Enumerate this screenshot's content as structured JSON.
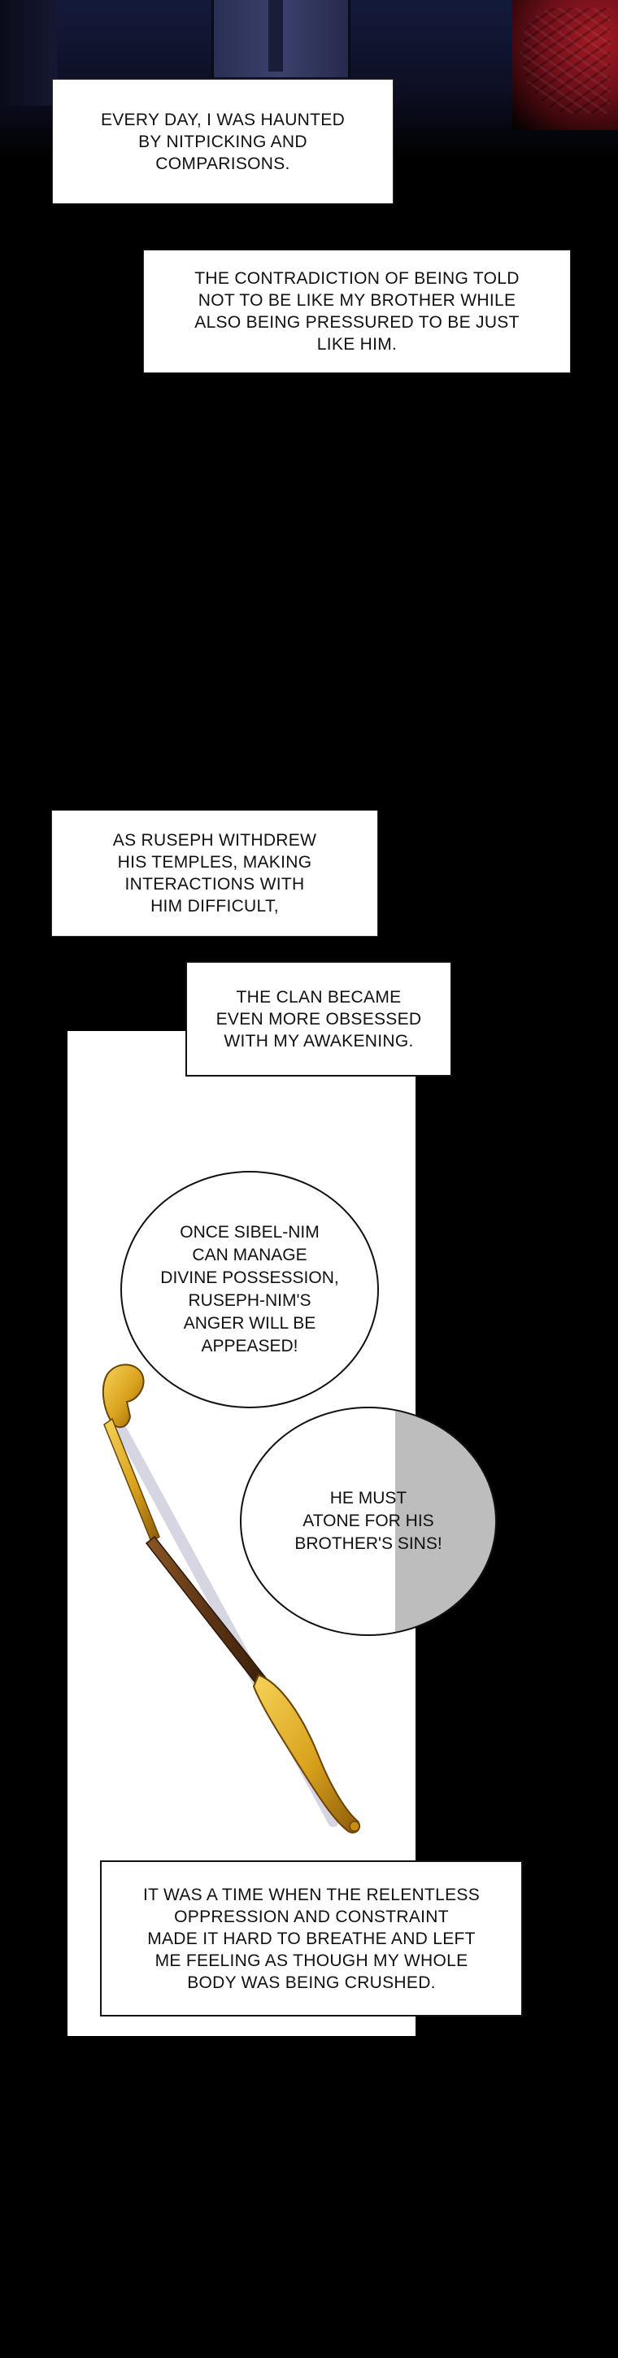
{
  "captions": {
    "caption1": "EVERY DAY, I WAS HAUNTED\nBY NITPICKING AND\nCOMPARISONS.",
    "caption2": "THE CONTRADICTION OF BEING TOLD\nNOT TO BE LIKE MY BROTHER WHILE\nALSO BEING PRESSURED TO BE JUST\nLIKE HIM.",
    "caption3": "AS RUSEPH WITHDREW\nHIS TEMPLES, MAKING\nINTERACTIONS WITH\nHIM DIFFICULT,",
    "caption4": "THE CLAN BECAME\nEVEN MORE OBSESSED\nWITH MY AWAKENING.",
    "caption5": "IT WAS A TIME WHEN THE RELENTLESS\nOPPRESSION AND CONSTRAINT\nMADE IT HARD TO BREATHE AND LEFT\nME FEELING AS THOUGH MY WHOLE\nBODY WAS BEING CRUSHED."
  },
  "bubbles": {
    "bubble1": "ONCE SIBEL-NIM\nCAN MANAGE\nDIVINE POSSESSION,\nRUSEPH-NIM'S\nANGER WILL BE\nAPPEASED!",
    "bubble2": "HE MUST\nATONE FOR HIS\nBROTHER'S SINS!"
  },
  "colors": {
    "background": "#000000",
    "panel": "#ffffff",
    "staff_gold": "#d9a21c",
    "staff_wood": "#6b3f1a",
    "robe": "#2f3560",
    "cloth_red": "#8a1420"
  }
}
